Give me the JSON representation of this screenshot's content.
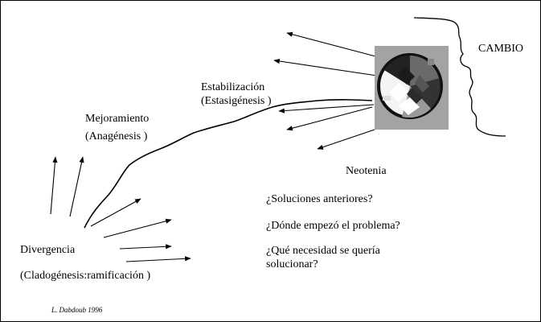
{
  "labels": {
    "cambio": "CAMBIO",
    "estabilizacion": "Estabilización",
    "estasigenesis": "(Estasigénesis  )",
    "mejoramiento": "Mejoramiento",
    "anagenesis": "(Anagénesis  )",
    "neotenia": "Neotenia",
    "divergencia": "Divergencia",
    "cladogenesis": "(Cladogénesis:ramificación     )"
  },
  "questions": [
    "¿Soluciones anteriores?",
    "¿Dónde empezó el problema?",
    "¿Qué necesidad se quería solucionar?"
  ],
  "credit": "L. Dabdoub 1996",
  "colors": {
    "ink": "#000000",
    "logo_background": "#a3a3a3"
  }
}
